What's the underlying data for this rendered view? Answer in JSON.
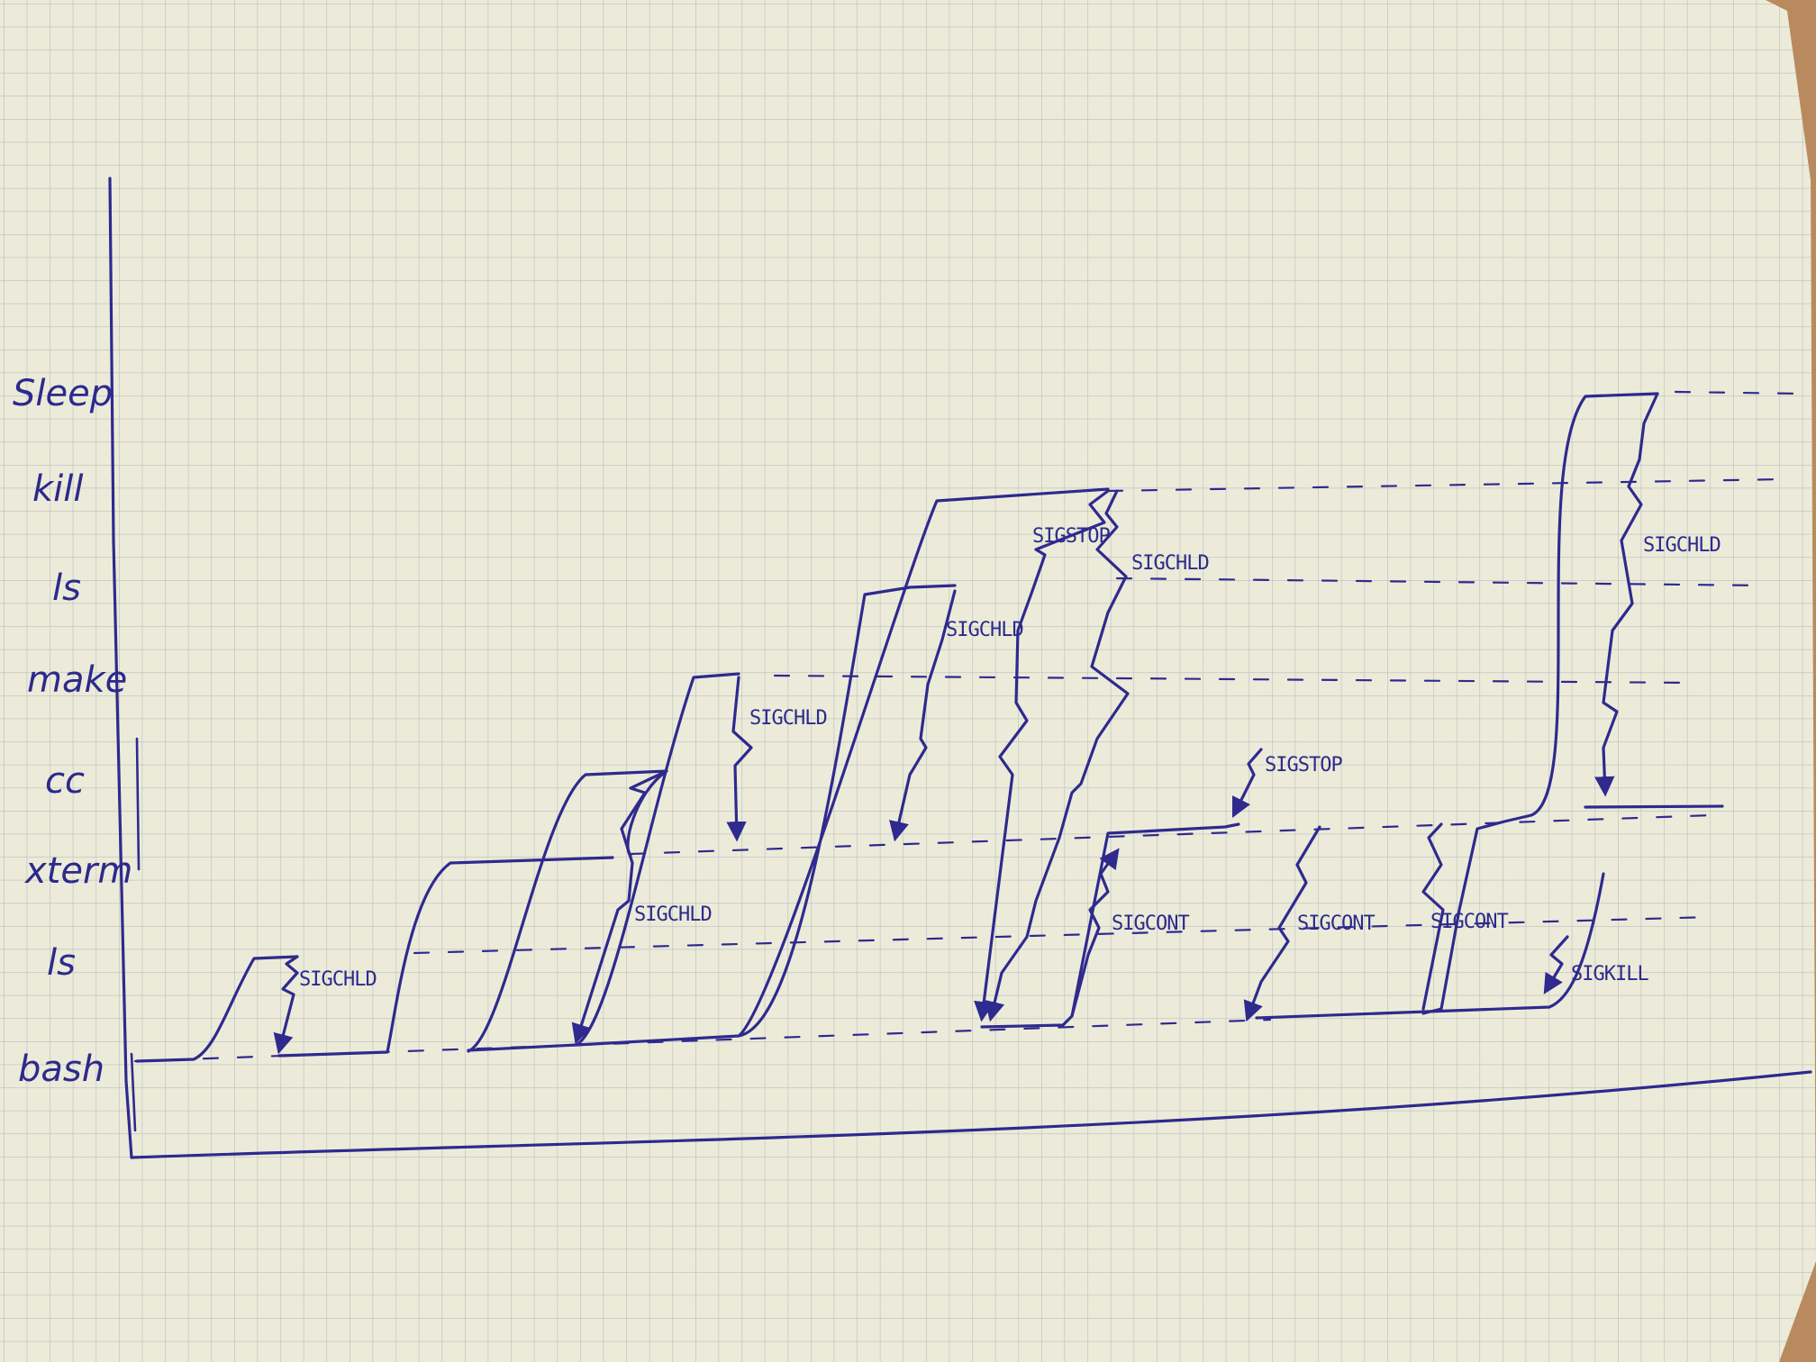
{
  "lanes": [
    {
      "name": "sleep",
      "label": "Sleep"
    },
    {
      "name": "kill",
      "label": "kill"
    },
    {
      "name": "ls-upper",
      "label": "ls"
    },
    {
      "name": "make",
      "label": "make"
    },
    {
      "name": "cc",
      "label": "cc"
    },
    {
      "name": "xterm",
      "label": "xterm"
    },
    {
      "name": "ls-lower",
      "label": "ls"
    },
    {
      "name": "bash",
      "label": "bash"
    }
  ],
  "signals": [
    {
      "name": "sigchld-1",
      "text": "SIGCHLD"
    },
    {
      "name": "sigchld-2",
      "text": "SIGCHLD"
    },
    {
      "name": "sigchld-3",
      "text": "SIGCHLD"
    },
    {
      "name": "sigchld-4",
      "text": "SIGCHLD"
    },
    {
      "name": "sigstop-1",
      "text": "SIGSTOP"
    },
    {
      "name": "sigchld-5",
      "text": "SIGCHLD"
    },
    {
      "name": "sigstop-2",
      "text": "SIGSTOP"
    },
    {
      "name": "sigcont-1",
      "text": "SIGCONT"
    },
    {
      "name": "sigcont-2",
      "text": "SIGCONT"
    },
    {
      "name": "sigcont-3",
      "text": "SIGCONT"
    },
    {
      "name": "sigkill-1",
      "text": "SIGKILL"
    },
    {
      "name": "sigchld-6",
      "text": "SIGCHLD"
    }
  ],
  "colors": {
    "ink": "#2e2a8e",
    "paper": "#ecebd9",
    "grid": "#b9bcc0",
    "desk": "#b98a5e"
  }
}
